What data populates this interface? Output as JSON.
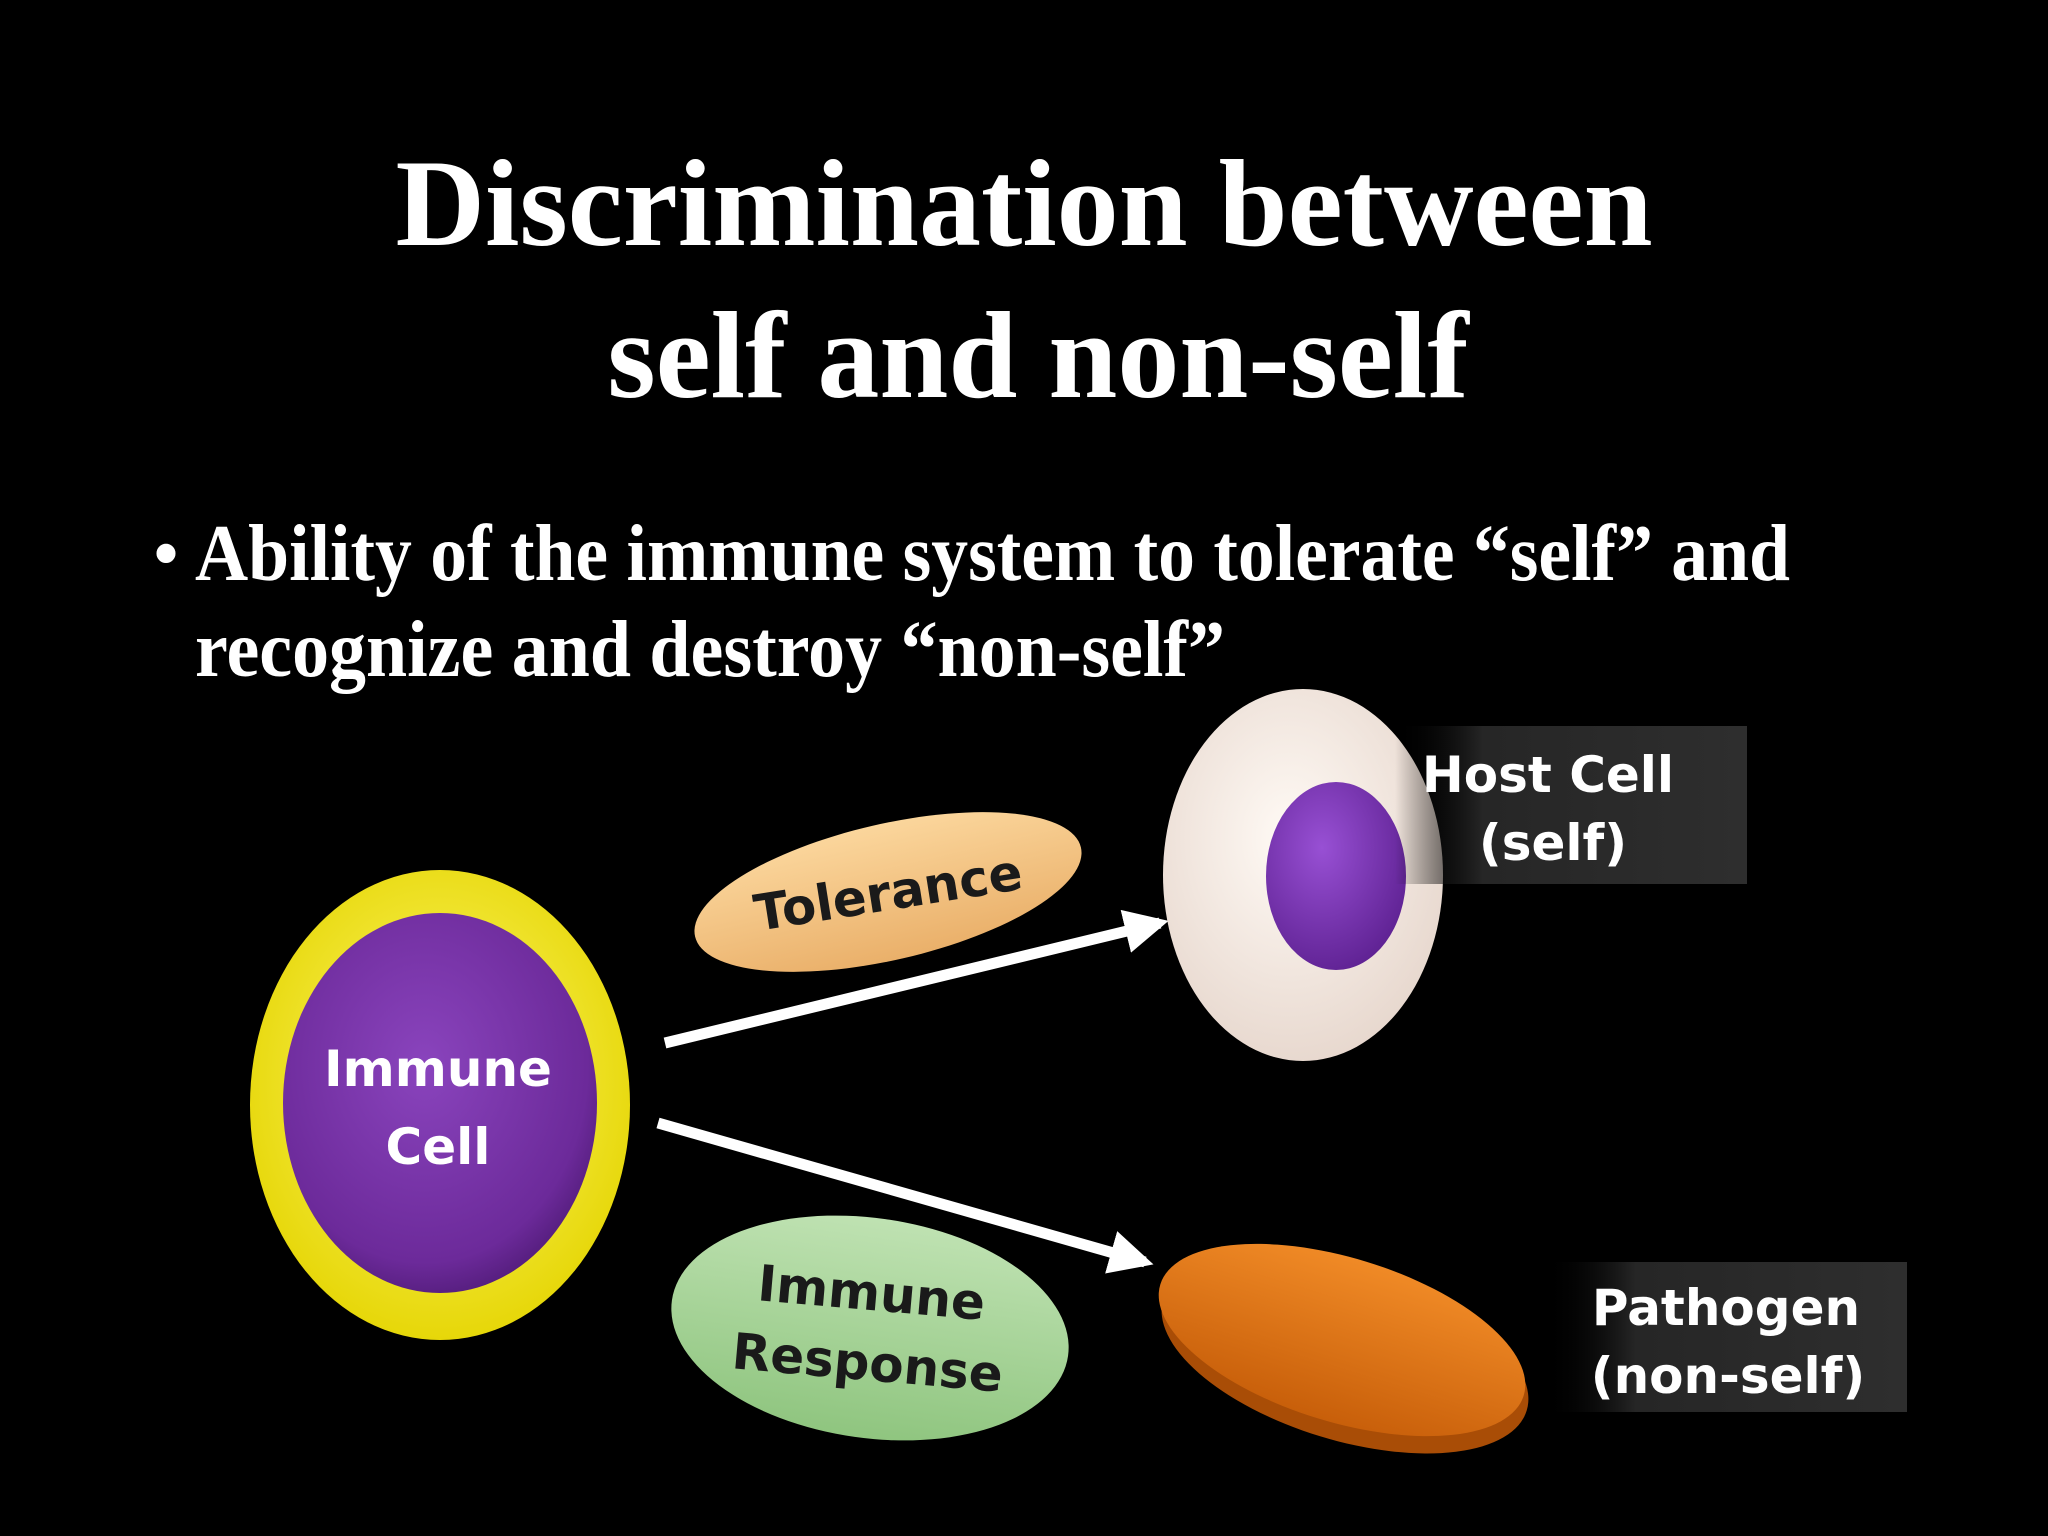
{
  "slide": {
    "title_line1": "Discrimination between",
    "title_line2": "self and non-self",
    "bullet_symbol": "•",
    "bullet_line1": "Ability of the immune system to tolerate “self” and",
    "bullet_line2": "recognize and destroy “non-self”"
  },
  "diagram": {
    "immune_cell": {
      "line1": "Immune",
      "line2": "Cell"
    },
    "tolerance_label": "Tolerance",
    "immune_response": {
      "line1": "Immune",
      "line2": "Response"
    },
    "host_cell": {
      "line1": "Host Cell",
      "line2": "(self)"
    },
    "pathogen": {
      "line1": "Pathogen",
      "line2": "(non-self)"
    }
  },
  "colors": {
    "background": "#000000",
    "title_text": "#ffffff",
    "immune_cell_ring": "#f2e600",
    "immune_cell_core": "#7a34a8",
    "tolerance_fill": "#f5c784",
    "immune_response_fill": "#a8d49a",
    "host_cell_fill": "#f5ebe4",
    "host_nucleus": "#7b36b3",
    "pathogen_fill": "#e07818",
    "label_box": "#2a2a2a",
    "arrow": "#ffffff"
  }
}
